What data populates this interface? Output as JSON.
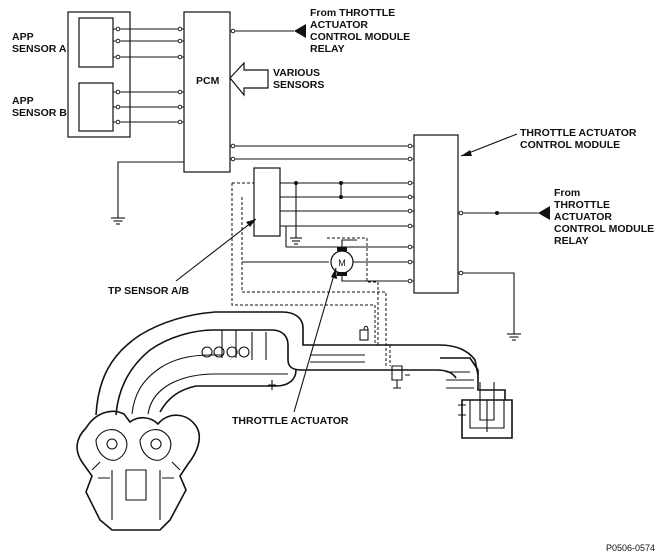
{
  "labels": {
    "app_sensor_a": [
      "APP",
      "SENSOR A"
    ],
    "app_sensor_b": [
      "APP",
      "SENSOR B"
    ],
    "pcm": "PCM",
    "various_sensors": [
      "VARIOUS",
      "SENSORS"
    ],
    "from_relay_top": [
      "From THROTTLE",
      "ACTUATOR",
      "CONTROL MODULE",
      "RELAY"
    ],
    "tac_module": [
      "THROTTLE ACTUATOR",
      "CONTROL MODULE"
    ],
    "from_relay_right": [
      "From",
      "THROTTLE",
      "ACTUATOR",
      "CONTROL MODULE",
      "RELAY"
    ],
    "tp_sensor": "TP SENSOR A/B",
    "throttle_actuator": "THROTTLE ACTUATOR",
    "motor_symbol": "M",
    "figure_code": "P0506-0574"
  }
}
